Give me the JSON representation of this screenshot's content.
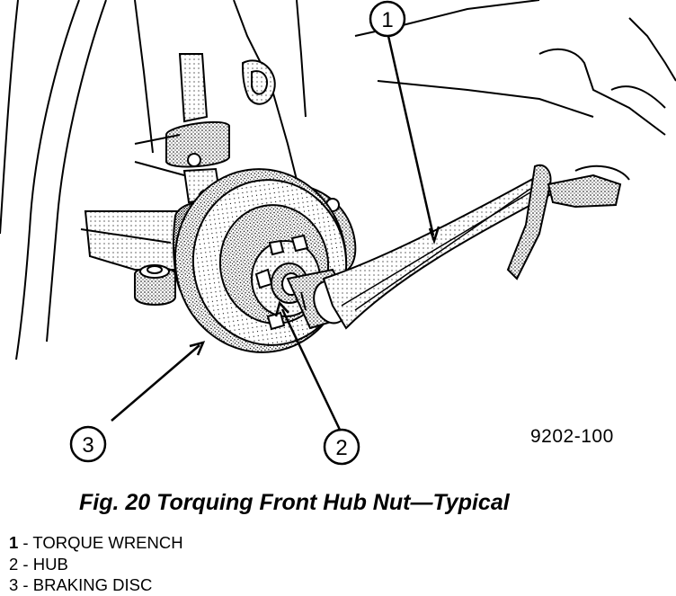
{
  "figure": {
    "code": "9202-100",
    "caption": "Fig. 20 Torquing Front Hub Nut—Typical"
  },
  "callouts": [
    {
      "number": "1",
      "target": "torque-wrench"
    },
    {
      "number": "2",
      "target": "hub"
    },
    {
      "number": "3",
      "target": "braking-disc"
    }
  ],
  "legend": [
    {
      "number": "1",
      "sep": " - ",
      "label": "TORQUE WRENCH"
    },
    {
      "number": "2",
      "sep": " - ",
      "label": "HUB"
    },
    {
      "number": "3",
      "sep": " - ",
      "label": "BRAKING DISC"
    }
  ]
}
